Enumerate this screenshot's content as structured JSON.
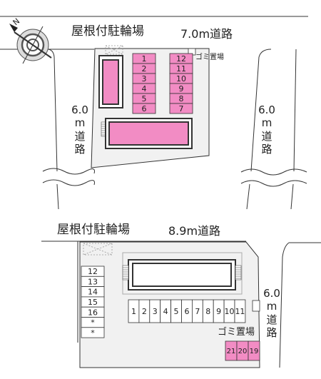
{
  "top_section": {
    "bike_parking_label": "屋根付駐輪場",
    "road_top": "7.0m道路",
    "road_left": [
      "6.0",
      "m",
      "道",
      "路"
    ],
    "road_right": [
      "6.0",
      "m",
      "道",
      "路"
    ],
    "garbage_label": "ゴミ置場",
    "spaces_left": [
      "1",
      "2",
      "3",
      "4",
      "5",
      "6"
    ],
    "spaces_right": [
      "12",
      "11",
      "10",
      "9",
      "8",
      "7"
    ]
  },
  "bottom_section": {
    "bike_parking_label": "屋根付駐輪場",
    "road_top": "8.9m道路",
    "road_right": [
      "6.0",
      "m",
      "道",
      "路"
    ],
    "garbage_label": "ゴミ置場",
    "spaces_left_column": [
      "12",
      "13",
      "14",
      "15",
      "16",
      "*",
      "*"
    ],
    "spaces_row": [
      "1",
      "2",
      "3",
      "4",
      "5",
      "6",
      "7",
      "8",
      "9",
      "10",
      "11"
    ],
    "spaces_pink": [
      "21",
      "20",
      "19"
    ]
  },
  "colors": {
    "pink": "#f28cc4",
    "building_fill": "#ffffff",
    "lot_fill": "#f1f1f1",
    "line": "#333333"
  },
  "icons": {
    "compass": "compass-icon"
  }
}
